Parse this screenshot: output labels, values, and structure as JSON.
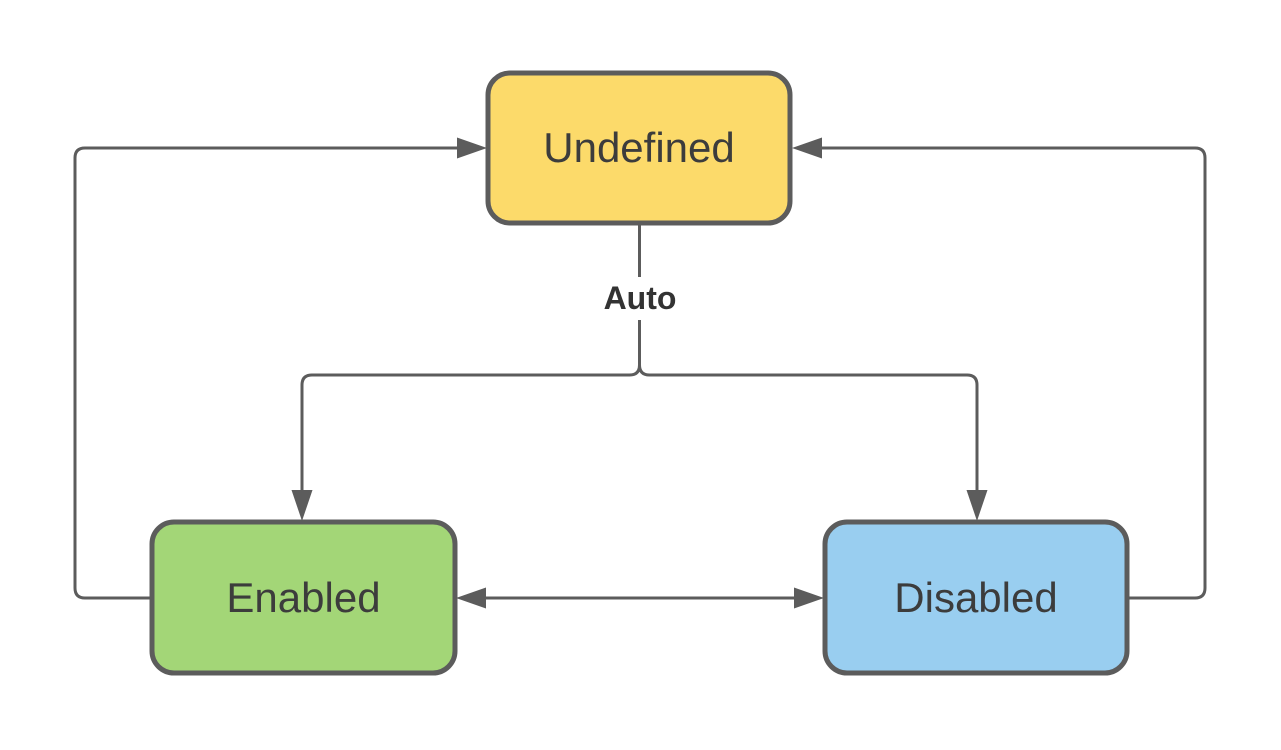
{
  "diagram": {
    "type": "state-machine",
    "background": "#ffffff",
    "nodes": [
      {
        "id": "undefined",
        "label": "Undefined",
        "fill": "#FCDA6A",
        "border": "#5C5C5C"
      },
      {
        "id": "enabled",
        "label": "Enabled",
        "fill": "#A3D677",
        "border": "#5C5C5C"
      },
      {
        "id": "disabled",
        "label": "Disabled",
        "fill": "#99CEF0",
        "border": "#5C5C5C"
      }
    ],
    "edges": [
      {
        "id": "auto-branch",
        "from": "Undefined",
        "to": "Enabled / Disabled",
        "label": "Auto",
        "arrow": "branching-down"
      },
      {
        "id": "enabled-disabled",
        "from": "Enabled",
        "to": "Disabled",
        "label": "",
        "arrow": "bidirectional"
      },
      {
        "id": "enabled-to-undefined",
        "from": "Enabled",
        "to": "Undefined",
        "label": "",
        "arrow": "single"
      },
      {
        "id": "disabled-to-undefined",
        "from": "Disabled",
        "to": "Undefined",
        "label": "",
        "arrow": "single"
      }
    ],
    "colors": {
      "line": "#5C5C5C",
      "node_border": "#5C5C5C",
      "node_text": "#3C3C3C",
      "edge_label_text": "#333333"
    }
  }
}
